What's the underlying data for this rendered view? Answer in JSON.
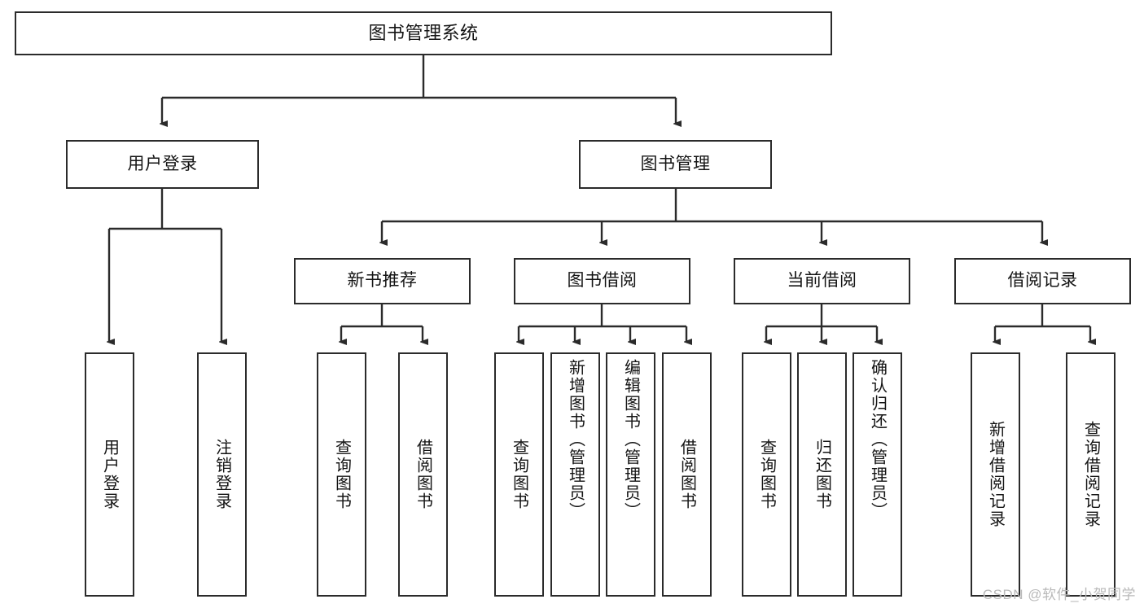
{
  "diagram": {
    "type": "tree",
    "title": "图书管理系统",
    "style": {
      "box_fill": "#ffffff",
      "box_border": "#2b2b2b",
      "line_color": "#2b2b2b",
      "text_color": "#141414",
      "background": "#ffffff",
      "watermark_color": "#b9b9b9"
    },
    "root": {
      "label": "图书管理系统"
    },
    "level2": [
      {
        "label": "用户登录"
      },
      {
        "label": "图书管理"
      }
    ],
    "level3": [
      {
        "label": "新书推荐"
      },
      {
        "label": "图书借阅"
      },
      {
        "label": "当前借阅"
      },
      {
        "label": "借阅记录"
      }
    ],
    "leaves": {
      "user_login": [
        {
          "label": "用户登录"
        },
        {
          "label": "注销登录"
        }
      ],
      "new_book_recommend": [
        {
          "label": "查询图书"
        },
        {
          "label": "借阅图书"
        }
      ],
      "book_borrow": [
        {
          "label": "查询图书"
        },
        {
          "label": "新增图书（管理员）"
        },
        {
          "label": "编辑图书（管理员）"
        },
        {
          "label": "借阅图书"
        }
      ],
      "current_borrow": [
        {
          "label": "查询图书"
        },
        {
          "label": "归还图书"
        },
        {
          "label": "确认归还（管理员）"
        }
      ],
      "borrow_record": [
        {
          "label": "新增借阅记录"
        },
        {
          "label": "查询借阅记录"
        }
      ]
    }
  },
  "watermark": {
    "text": "CSDN @软件_小贺同学"
  }
}
